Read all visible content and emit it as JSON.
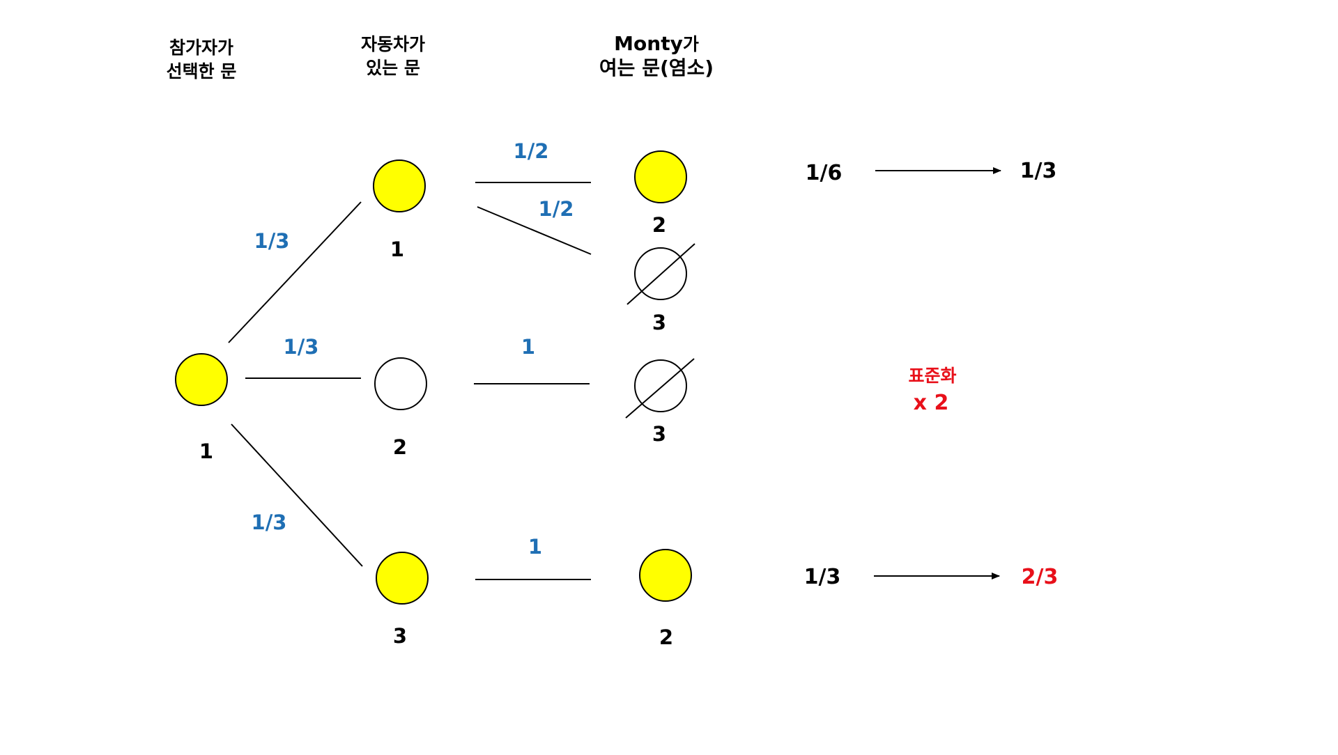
{
  "headers": {
    "chosen": [
      "참가자가",
      "선택한 문"
    ],
    "car": [
      "자동차가",
      "있는 문"
    ],
    "monty_line1_bold": "Monty",
    "monty_line1_rest": "가",
    "monty_line2": "여는 문(염소)"
  },
  "nodes": {
    "root": "1",
    "car_1": "1",
    "car_2": "2",
    "car_3": "3",
    "monty_1a": "2",
    "monty_1b": "3",
    "monty_2": "3",
    "monty_3": "2"
  },
  "probabilities": {
    "root_to_1": "1/3",
    "root_to_2": "1/3",
    "root_to_3": "1/3",
    "car1_to_a": "1/2",
    "car1_to_b": "1/2",
    "car2_to_monty": "1",
    "car3_to_monty": "1"
  },
  "results": {
    "top_before": "1/6",
    "top_after": "1/3",
    "bottom_before": "1/3",
    "bottom_after": "2/3"
  },
  "normalize": {
    "label": "표준화",
    "factor": "x 2"
  },
  "colors": {
    "yellow_fill": "#ffff00",
    "probability_blue": "#1f6fb4",
    "highlight_red": "#e8101a"
  }
}
